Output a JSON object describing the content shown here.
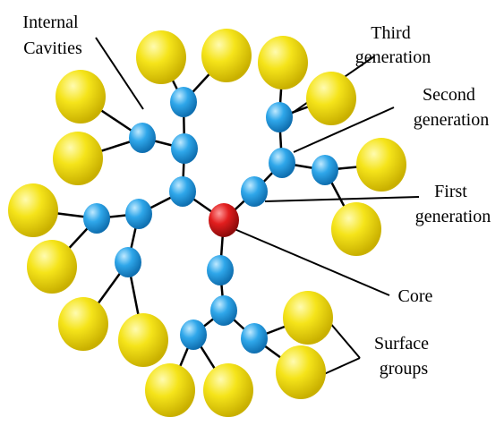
{
  "diagram": {
    "labels": {
      "internal_cavities": [
        "Internal",
        "Cavities"
      ],
      "third_generation": [
        "Third",
        "generation"
      ],
      "second_generation": [
        "Second",
        "generation"
      ],
      "first_generation": [
        "First",
        "generation"
      ],
      "core": "Core",
      "surface_groups": [
        "Surface",
        "groups"
      ]
    },
    "colors": {
      "core": "#e02020",
      "branch": "#2aa6e8",
      "surface": "#f2e21e",
      "bond": "#000000"
    },
    "structure": {
      "core_count": 1,
      "branches_per_core": 4,
      "surface_groups_count": 16
    }
  }
}
